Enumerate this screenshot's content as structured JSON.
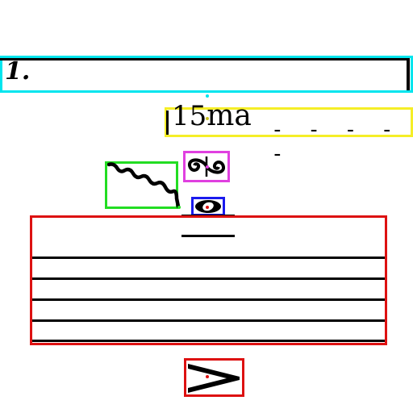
{
  "volta": {
    "number": "1."
  },
  "ottava": {
    "label_number": "15",
    "label_suffix": "ma",
    "dashes": "- - - - -"
  },
  "colors": {
    "volta_box": "#00e5ee",
    "ottava_box": "#f5ee27",
    "turn_box": "#e040e0",
    "wavy_box": "#22dd22",
    "notehead_box": "#1a1aee",
    "staff_box": "#dd1111",
    "accent_box": "#dd1111"
  },
  "symbols": [
    {
      "name": "volta-bracket"
    },
    {
      "name": "ottava-15ma"
    },
    {
      "name": "turn-ornament"
    },
    {
      "name": "wavy-line"
    },
    {
      "name": "notehead"
    },
    {
      "name": "staff"
    },
    {
      "name": "accent"
    }
  ]
}
